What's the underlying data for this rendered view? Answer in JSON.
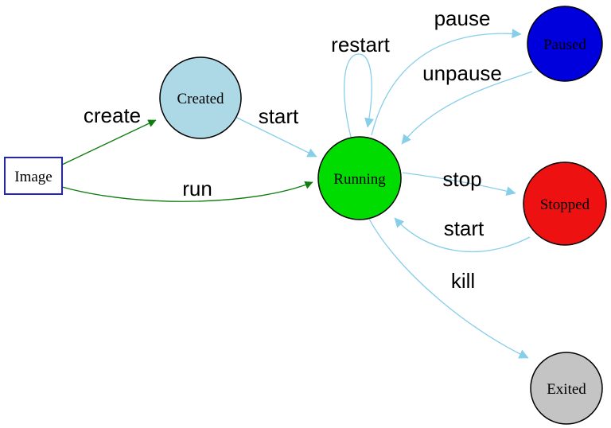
{
  "colors": {
    "edge_flow": "#87ceeb",
    "edge_image": "#0e7c0e",
    "image_border": "#2222cc",
    "image_fill": "#ffffff",
    "node_border": "#000000"
  },
  "nodes": {
    "image": {
      "label": "Image",
      "fill": "#ffffff"
    },
    "created": {
      "label": "Created",
      "fill": "#add8e6"
    },
    "running": {
      "label": "Running",
      "fill": "#00dc00"
    },
    "paused": {
      "label": "Paused",
      "fill": "#0000dd"
    },
    "stopped": {
      "label": "Stopped",
      "fill": "#ee1111"
    },
    "exited": {
      "label": "Exited",
      "fill": "#c4c4c4"
    }
  },
  "edges": {
    "create": {
      "label": "create",
      "from": "image",
      "to": "created"
    },
    "run": {
      "label": "run",
      "from": "image",
      "to": "running"
    },
    "start_created": {
      "label": "start",
      "from": "created",
      "to": "running"
    },
    "restart": {
      "label": "restart",
      "from": "running",
      "to": "running"
    },
    "pause": {
      "label": "pause",
      "from": "running",
      "to": "paused"
    },
    "unpause": {
      "label": "unpause",
      "from": "paused",
      "to": "running"
    },
    "stop": {
      "label": "stop",
      "from": "running",
      "to": "stopped"
    },
    "start_stopped": {
      "label": "start",
      "from": "stopped",
      "to": "running"
    },
    "kill": {
      "label": "kill",
      "from": "running",
      "to": "exited"
    }
  }
}
